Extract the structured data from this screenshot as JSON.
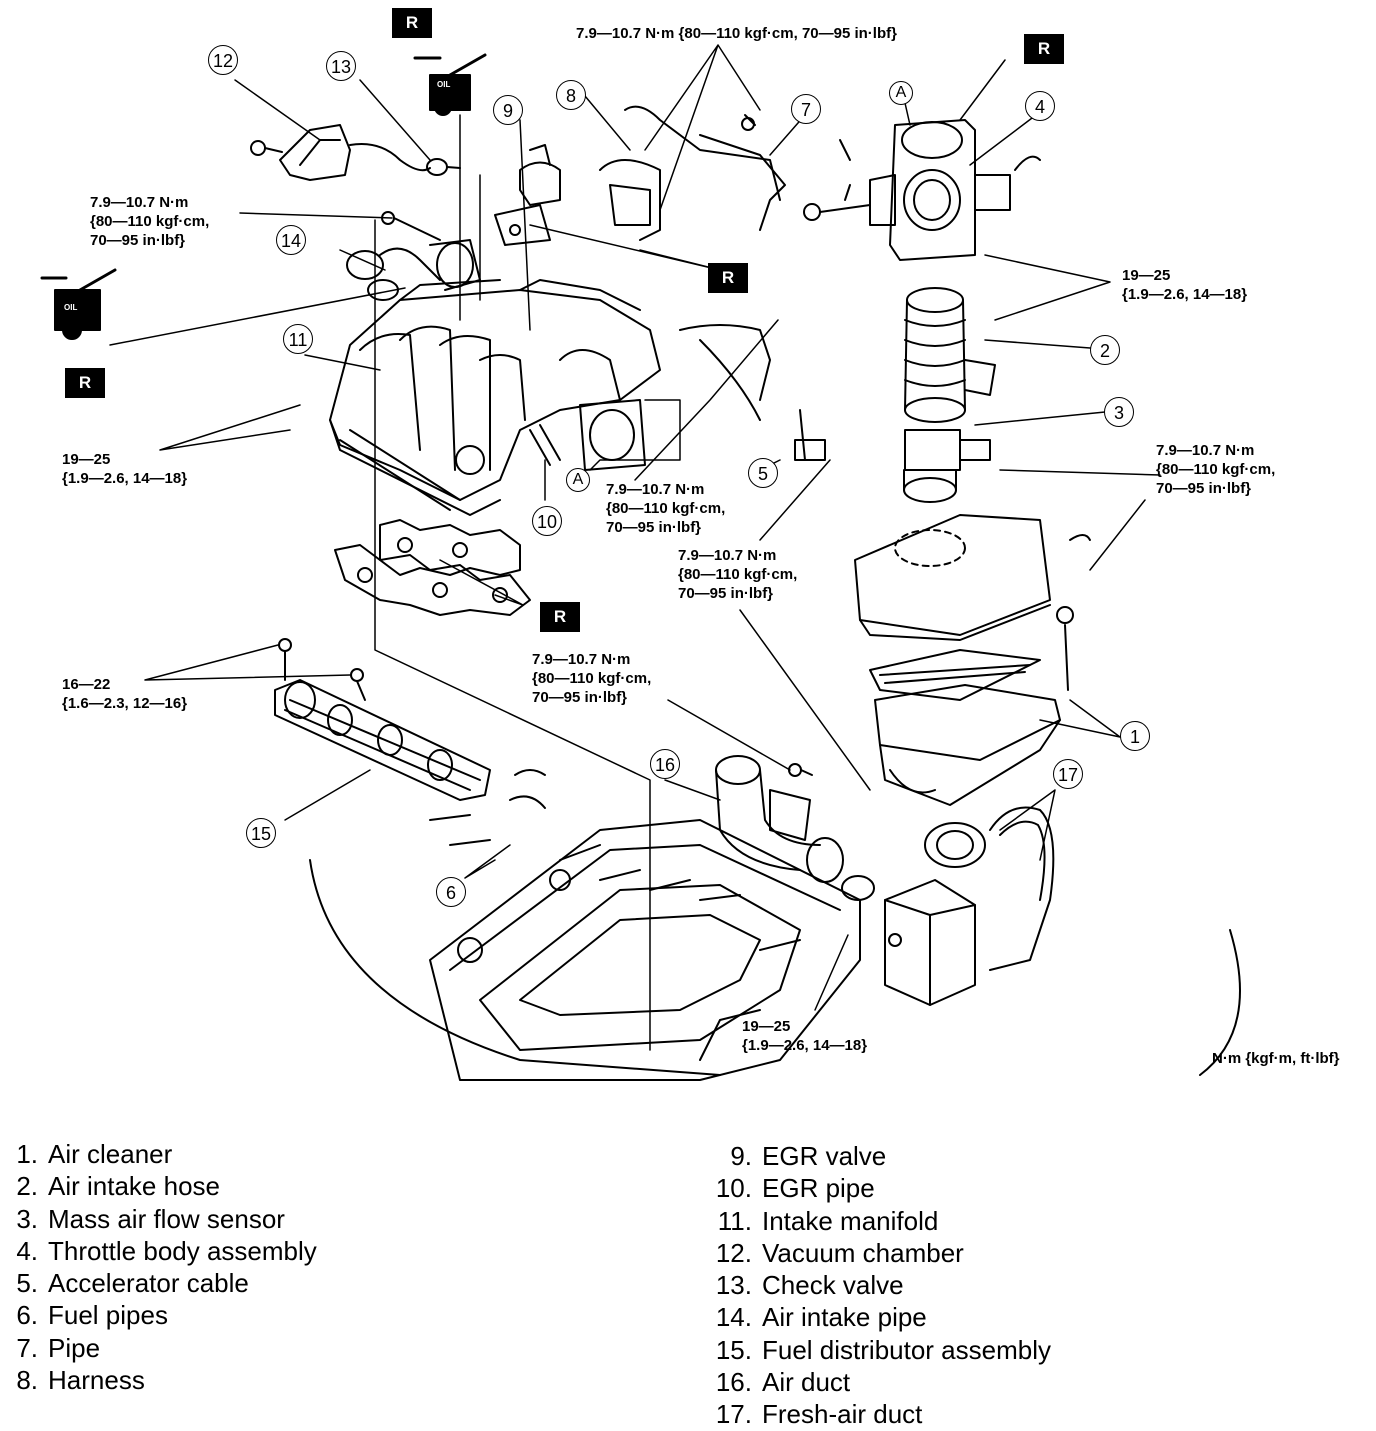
{
  "torque_specs": {
    "t_top": "7.9—10.7 N·m {80—110 kgf·cm, 70—95 in·lbf}",
    "t_left_1": "7.9—10.7 N·m\n{80—110 kgf·cm,\n70—95 in·lbf}",
    "t_left_2": "19—25\n{1.9—2.6, 14—18}",
    "t_right_1": "19—25\n{1.9—2.6, 14—18}",
    "t_right_2": "7.9—10.7 N·m\n{80—110 kgf·cm,\n70—95 in·lbf}",
    "t_center_1": "7.9—10.7 N·m\n{80—110 kgf·cm,\n70—95 in·lbf}",
    "t_center_2": "7.9—10.7 N·m\n{80—110 kgf·cm,\n70—95 in·lbf}",
    "t_center_3": "7.9—10.7 N·m\n{80—110 kgf·cm,\n70—95 in·lbf}",
    "t_left_3": "16—22\n{1.6—2.3, 12—16}",
    "t_bottom": "19—25\n{1.9—2.6, 14—18}"
  },
  "unit_note": "N·m {kgf·m, ft·lbf}",
  "replace_marker": "R",
  "reference_marker": "A",
  "oil_label": "OIL",
  "callout_numbers": [
    "1",
    "2",
    "3",
    "4",
    "5",
    "6",
    "7",
    "8",
    "9",
    "10",
    "11",
    "12",
    "13",
    "14",
    "15",
    "16",
    "17"
  ],
  "legend": [
    {
      "number": "1.",
      "label": "Air cleaner"
    },
    {
      "number": "2.",
      "label": "Air intake hose"
    },
    {
      "number": "3.",
      "label": "Mass air flow sensor"
    },
    {
      "number": "4.",
      "label": "Throttle body assembly"
    },
    {
      "number": "5.",
      "label": "Accelerator cable"
    },
    {
      "number": "6.",
      "label": "Fuel pipes"
    },
    {
      "number": "7.",
      "label": "Pipe"
    },
    {
      "number": "8.",
      "label": "Harness"
    },
    {
      "number": "9.",
      "label": "EGR valve"
    },
    {
      "number": "10.",
      "label": "EGR pipe"
    },
    {
      "number": "11.",
      "label": "Intake manifold"
    },
    {
      "number": "12.",
      "label": "Vacuum chamber"
    },
    {
      "number": "13.",
      "label": "Check valve"
    },
    {
      "number": "14.",
      "label": "Air intake pipe"
    },
    {
      "number": "15.",
      "label": "Fuel distributor assembly"
    },
    {
      "number": "16.",
      "label": "Air duct"
    },
    {
      "number": "17.",
      "label": "Fresh-air duct"
    }
  ]
}
